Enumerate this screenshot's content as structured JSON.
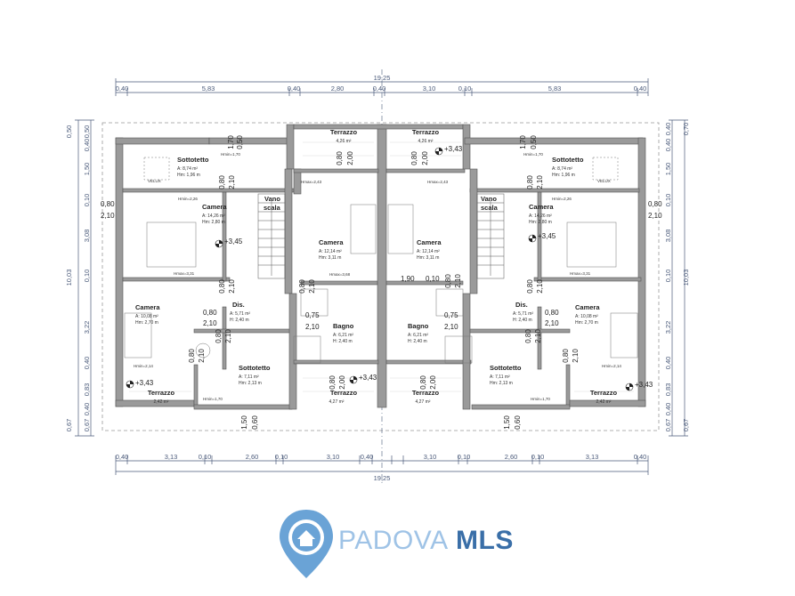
{
  "dimensions": {
    "top_total": "19,25",
    "top_segments": [
      "0,40",
      "5,83",
      "0,40",
      "2,80",
      "0,40",
      "3,10",
      "0,10",
      "5,83",
      "0,40"
    ],
    "bottom_total": "19,25",
    "bottom_segments": [
      "0,40",
      "3,13",
      "0,10",
      "2,60",
      "0,10",
      "3,10",
      "0,40",
      "3,10",
      "0,10",
      "2,60",
      "0,10",
      "3,13",
      "0,40"
    ],
    "left_total": "10,03",
    "left_segments": [
      "0,50",
      "0,40",
      "1,50",
      "0,10",
      "3,08",
      "0,10",
      "3,22",
      "0,40",
      "0,83",
      "0,40",
      "0,67"
    ],
    "right_total": "10,03",
    "right_segments": [
      "0,70",
      "0,40",
      "1,50",
      "0,10",
      "3,08",
      "0,10",
      "3,22",
      "0,40",
      "0,83",
      "0,40",
      "0,67"
    ]
  },
  "rooms": {
    "terrazzo_tl": {
      "name": "Terrazzo",
      "area": "4,26 m²"
    },
    "terrazzo_tr": {
      "name": "Terrazzo",
      "area": "4,26 m²"
    },
    "sottotetto_tl": {
      "name": "Sottotetto",
      "area": "A: 8,74 m²",
      "height": "Hm: 1,96 m"
    },
    "sottotetto_tr": {
      "name": "Sottotetto",
      "area": "A: 8,74 m²",
      "height": "Hm: 1,96 m"
    },
    "camera_l1": {
      "name": "Camera",
      "area": "A: 14,26 m²",
      "height": "Hm: 2,80 m"
    },
    "camera_r1": {
      "name": "Camera",
      "area": "A: 14,26 m²",
      "height": "Hm: 2,80 m"
    },
    "vano_l": {
      "name1": "Vano",
      "name2": "scala"
    },
    "vano_r": {
      "name1": "Vano",
      "name2": "scala"
    },
    "camera_l2": {
      "name": "Camera",
      "area": "A: 12,14 m²",
      "height": "Hm: 3,11 m"
    },
    "camera_r2": {
      "name": "Camera",
      "area": "A: 12,14 m²",
      "height": "Hm: 3,11 m"
    },
    "camera_l3": {
      "name": "Camera",
      "area": "A: 10,08 m²",
      "height": "Hm: 2,70 m"
    },
    "camera_r3": {
      "name": "Camera",
      "area": "A: 10,08 m²",
      "height": "Hm: 2,70 m"
    },
    "dis_l": {
      "name": "Dis.",
      "area": "A: 5,71 m²",
      "height": "H: 2,40 m"
    },
    "dis_r": {
      "name": "Dis.",
      "area": "A: 5,71 m²",
      "height": "H: 2,40 m"
    },
    "bagno_l": {
      "name": "Bagno",
      "area": "A: 6,21 m²",
      "height": "H: 2,40 m"
    },
    "bagno_r": {
      "name": "Bagno",
      "area": "A: 6,21 m²",
      "height": "H: 2,40 m"
    },
    "sottotetto_bl": {
      "name": "Sottotetto",
      "area": "A: 7,11 m²",
      "height": "Hm: 2,13 m"
    },
    "sottotetto_br": {
      "name": "Sottotetto",
      "area": "A: 7,11 m²",
      "height": "Hm: 2,13 m"
    },
    "terrazzo_bl": {
      "name": "Terrazzo",
      "area": "2,42 m²"
    },
    "terrazzo_br": {
      "name": "Terrazzo",
      "area": "2,42 m²"
    },
    "terrazzo_bml": {
      "name": "Terrazzo",
      "area": "4,27 m²"
    },
    "terrazzo_bmr": {
      "name": "Terrazzo",
      "area": "4,27 m²"
    }
  },
  "heights": {
    "hmin_170": "Hmin=1,70",
    "hmin_226": "Hmin=2,26",
    "hmax_331": "Hmax=3,31",
    "hmax_243": "Hmax=2,43",
    "hmax_368": "Hmax=3,68",
    "hmin_214": "Hmin=2,14"
  },
  "levels": {
    "p343": "+3,43",
    "p345": "+3,45"
  },
  "openings": {
    "o080": "0,80",
    "o210": "2,10",
    "o170": "1,70",
    "o050": "0,50",
    "o200": "2,00",
    "o075": "0,75",
    "o150": "1,50",
    "o060": "0,60",
    "o190": "1,90",
    "o010": "0,10"
  },
  "labels": {
    "velux": "VELUX"
  },
  "logo": {
    "brand1": "PADOVA",
    "brand2": "MLS",
    "color_pin": "#6aa3d6",
    "color_text1": "#9fc3e6",
    "color_text2": "#3a6fa8"
  }
}
